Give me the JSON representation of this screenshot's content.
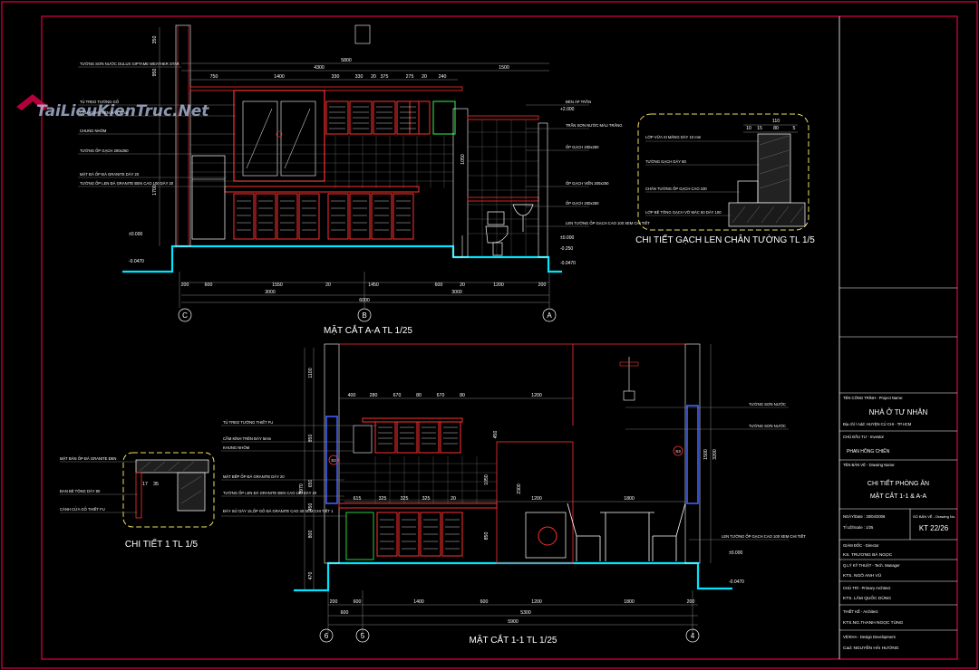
{
  "watermark": {
    "brand": "TaiLieuKienTruc.Net"
  },
  "section_aa": {
    "title": "MẶT CẮT A-A TL 1/25",
    "top_dims": [
      "4300",
      "5800",
      "1500",
      "750",
      "1400",
      "330",
      "330",
      "20",
      "375",
      "275",
      "20",
      "240"
    ],
    "bottom_dims": [
      "200",
      "600",
      "1550",
      "20",
      "1450",
      "600",
      "20",
      "1200",
      "200"
    ],
    "total_dims": [
      "3000",
      "6000",
      "3000"
    ],
    "left_vdims": [
      "350",
      "950",
      "1700"
    ],
    "mid_vdims": [
      "1050"
    ],
    "axes": [
      "C",
      "B",
      "A"
    ],
    "levels": [
      "±0.000",
      "-0.0470",
      "+2.000",
      "±0.000",
      "-0.250",
      "-0.0470"
    ],
    "left_notes": [
      "TƯỜNG SƠN NƯỚC DULUX GIPTAME WEATHER STAR",
      "TỦ TREO TƯỜNG GỖ",
      "CẦM KÍNH TRÊN ĐÁY 5mm",
      "CHUNG NHÔM",
      "TƯỜNG ỐP GẠCH 200x250",
      "MẶT ĐÁ ỐP ĐÁ GRANITE DÀY 20",
      "TƯỜNG ỐP LEN ĐÁ GRANITE ĐEN CAO 100 DÀY 20"
    ],
    "right_notes": [
      "ĐÈN ÁP TRẦN",
      "TRẦN SƠN NƯỚC MÀU TRẮNG",
      "ỐP GẠCH 200x250",
      "ỐP GẠCH VIỀN 200x250",
      "ỐP GẠCH 200x250",
      "LEN TƯỜNG ỐP GẠCH CAO 100 XEM CHI TIẾT"
    ]
  },
  "detail_skirting": {
    "title": "CHI TIẾT GẠCH LEN CHÂN TƯỜNG TL 1/5",
    "dims": [
      "110",
      "10",
      "15",
      "80",
      "5"
    ],
    "notes": [
      "LỚP VỮA XI MĂNG DÀY 10 mm",
      "TƯỜNG GẠCH DÀY 80",
      "CHÂN TƯỜNG ỐP GẠCH CAO 100",
      "LỚP BÊ TÔNG GẠCH VỠ MÁC 50 DÀY 100"
    ]
  },
  "section_11": {
    "title": "MẶT CẮT 1-1 TL 1/25",
    "top_dims": [
      "400",
      "280",
      "670",
      "80",
      "670",
      "80",
      "1200"
    ],
    "mid_dims": [
      "615",
      "325",
      "325",
      "325",
      "20",
      "1200",
      "1800"
    ],
    "bottom_dims": [
      "200",
      "600",
      "1400",
      "600",
      "1200",
      "1800",
      "200"
    ],
    "total_dims": [
      "5300",
      "5900",
      "600"
    ],
    "left_vdims": [
      "1100",
      "850",
      "650",
      "450",
      "800",
      "470"
    ],
    "total_v": [
      "3970"
    ],
    "inner_vdims": [
      "450",
      "1050",
      "2300",
      "850"
    ],
    "right_vdims": [
      "1500",
      "3200"
    ],
    "axes": [
      "6",
      "5",
      "4"
    ],
    "levels": [
      "±0.000",
      "-0.0470"
    ],
    "tags": [
      "S2",
      "S3"
    ],
    "left_notes": [
      "TỦ TREO TƯỜNG THIẾT FU",
      "CẦM KÍNH TRÊN ĐÁY 5mm",
      "KHUNG NHÔM",
      "MẶT BẾP ỐP ĐÁ GRANITE DÀY 20",
      "TƯỜNG ỐP LEN ĐÁ GRANITE ĐEN CAO 100 DÀY 20",
      "ĐÁY SỬ DÀY 15,ỐP GỖ ĐÁ GRANITE CAO 40 XEM CHI TIẾT 1"
    ],
    "right_notes": [
      "TƯỜNG SƠN NƯỚC",
      "TƯỜNG SƠN NƯỚC",
      "LEN TƯỜNG ỐP GẠCH CAO 100 XEM CHI TIẾT"
    ]
  },
  "detail_1": {
    "title": "CHI TIẾT 1 TL 1/5",
    "dims": [
      "17",
      "35"
    ],
    "notes": [
      "MẶT BÀN ỐP ĐÁ GRANITE ĐEN",
      "ĐAN BÊ TÔNG DÀY 80",
      "CÁNH CỬA GỖ THIẾT FU"
    ]
  },
  "title_block": {
    "project_label": "TÊN CÔNG TRÌNH - Project Name:",
    "project_name": "NHÀ Ở TƯ NHÂN",
    "address": "Địa chỉ / Add: HUYỆN CỦ CHI - TP.HCM",
    "investor_label": "CHỦ ĐẦU TƯ - Investor",
    "investor": "PHAN HỒNG CHIẾN",
    "drawing_label": "TÊN BẢN VẼ - Drawing Name:",
    "drawing_name_1": "CHI TIẾT PHÒNG ĂN",
    "drawing_name_2": "MẶT CẮT 1-1 & A-A",
    "date": "NGÀY/Date : 30/04/2006",
    "scale": "TỈ LỆ/Scale : 1/25",
    "sheet_label": "SỐ BẢN VẼ - Drawing No.",
    "sheet_no": "KT 22/26",
    "director_label": "GIÁM ĐỐC - Director",
    "director": "KS. TRƯƠNG BÁ NGỌC",
    "manager_label": "Q.LÝ KỸ THUẬT - Tech. Manager",
    "manager": "KTS. NGÔ ANH VŨ",
    "architect_label": "CHỦ TRÌ - Primary Architect",
    "architect": "KTS. LÂM QUỐC DŨNG",
    "designer_label": "THIẾT KẾ - Architect",
    "designer": "KTS.NG.THANH NGỌC TÙNG",
    "drafter_label": "VẼ/KHA - Design Development",
    "drafter": "Cad: NGUYỄN HẢI HƯỜNG"
  },
  "colors": {
    "frame": "#e0004a",
    "cyan": "#00e5ff",
    "red": "#ff3030",
    "green": "#2ecc40",
    "blue": "#4060ff",
    "dim": "#8a8a8a"
  }
}
